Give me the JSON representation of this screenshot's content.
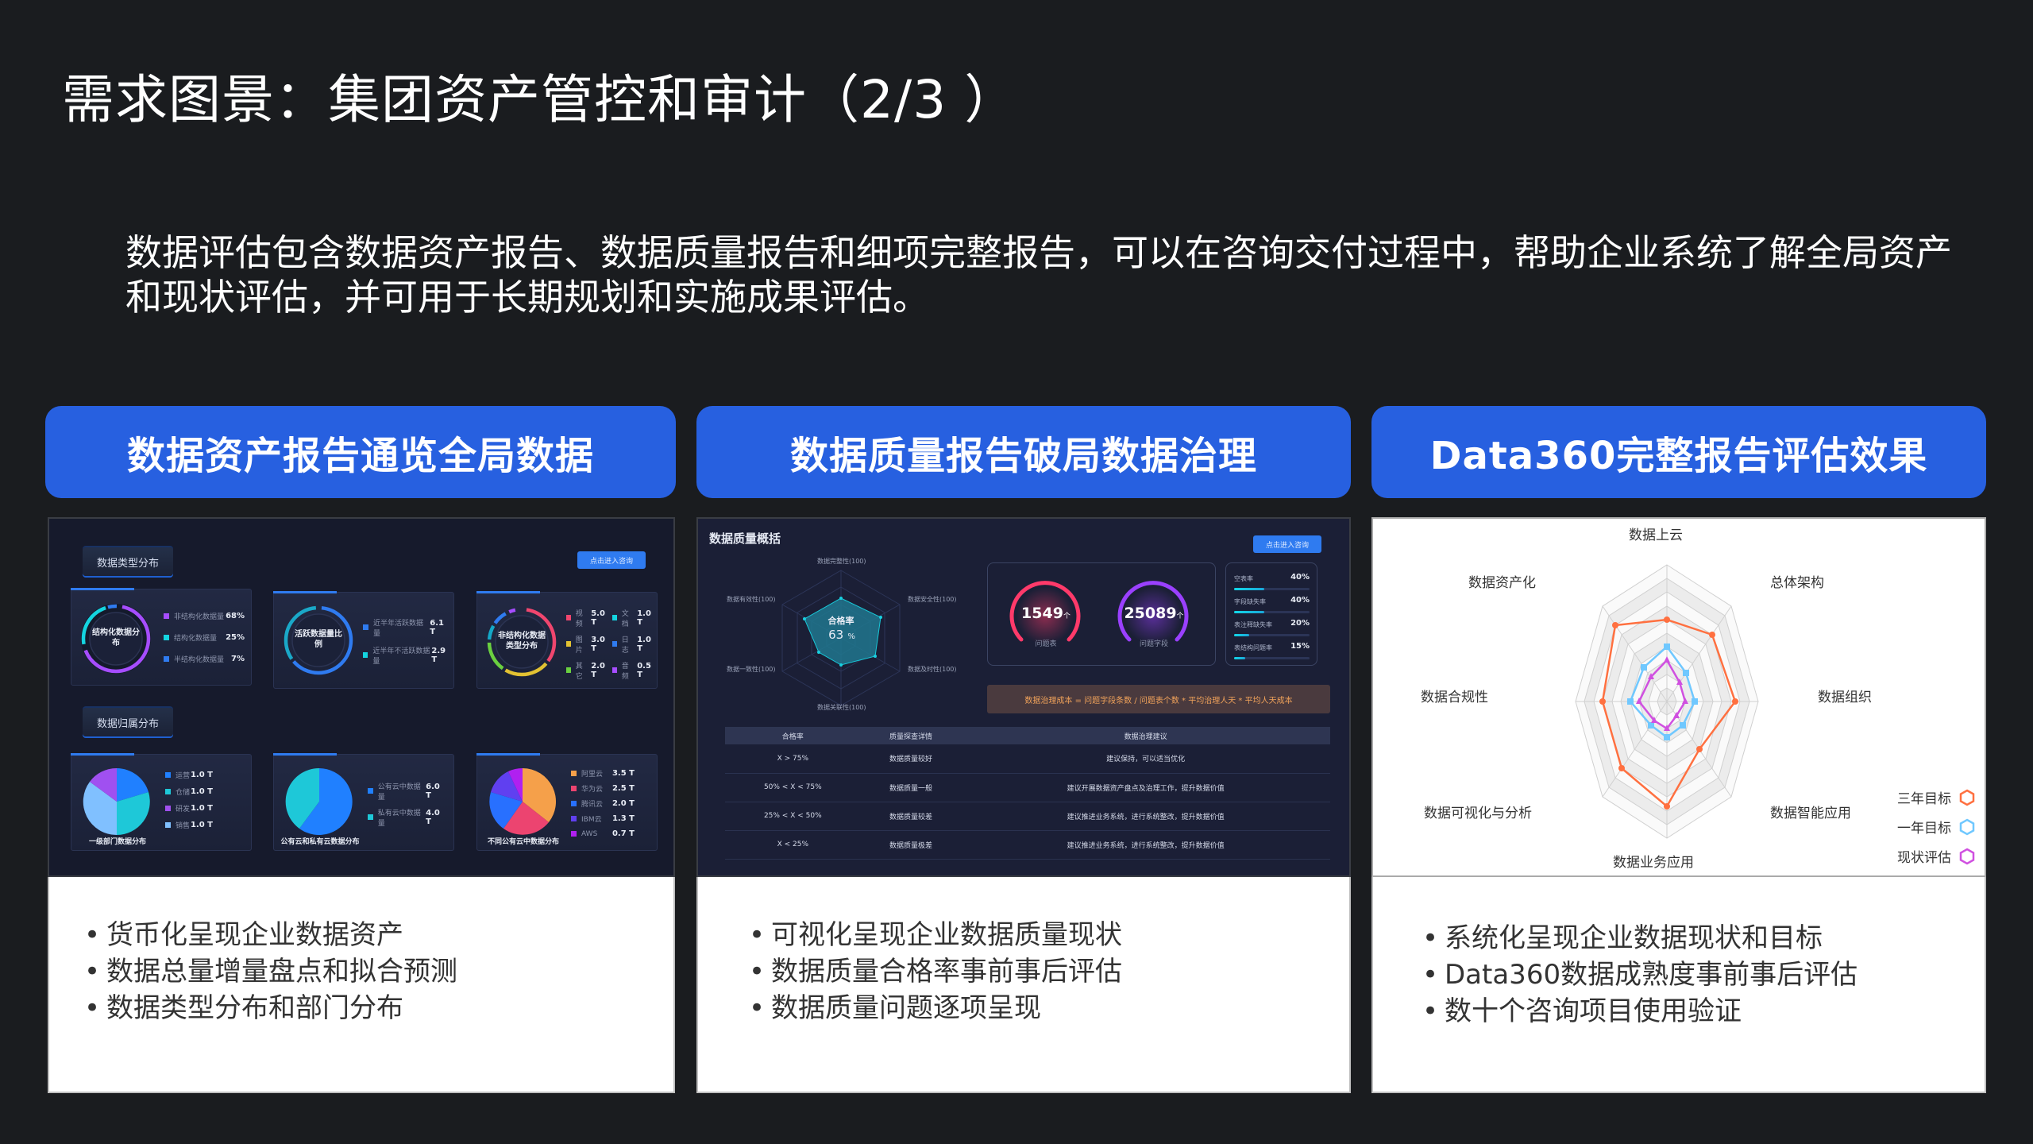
{
  "slide": {
    "title": "需求图景：集团资产管控和审计（2/3 ）",
    "intro": "数据评估包含数据资产报告、数据质量报告和细项完整报告，可以在咨询交付过程中，帮助企业系统了解全局资产和现状评估，并可用于长期规划和实施成果评估。"
  },
  "columns": [
    {
      "header": "数据资产报告通览全局数据",
      "bullets": [
        "货币化呈现企业数据资产",
        "数据总量增量盘点和拟合预测",
        "数据类型分布和部门分布"
      ]
    },
    {
      "header": "数据质量报告破局数据治理",
      "bullets": [
        "可视化呈现企业数据质量现状",
        "数据质量合格率事前事后评估",
        "数据质量问题逐项呈现"
      ]
    },
    {
      "header": "Data360完整报告评估效果",
      "bullets": [
        "系统化呈现企业数据现状和目标",
        "Data360数据成熟度事前事后评估",
        "数十个咨询项目使用验证"
      ]
    }
  ],
  "asset_report": {
    "section_type": "数据类型分布",
    "section_owner": "数据归属分布",
    "consult_button": "点击进入咨询",
    "structured": {
      "center": "结构化数据分布",
      "items": [
        {
          "label": "非结构化数据量",
          "value": "68%",
          "color": "#a64dff"
        },
        {
          "label": "结构化数据量",
          "value": "25%",
          "color": "#14d4e0"
        },
        {
          "label": "半结构化数据量",
          "value": "7%",
          "color": "#2f7bf0"
        }
      ]
    },
    "active": {
      "center": "活跃数据量比例",
      "items": [
        {
          "label": "近半年活跃数据量",
          "value": "6.1 T",
          "color": "#2f7bf0"
        },
        {
          "label": "近半年不活跃数据量",
          "value": "2.9 T",
          "color": "#14d4e0"
        }
      ]
    },
    "unstructured_types": {
      "center": "非结构化数据类型分布",
      "items": [
        {
          "label": "视频",
          "value": "5.0 T",
          "color": "#f0466e"
        },
        {
          "label": "文档",
          "value": "1.0 T",
          "color": "#14d4e0"
        },
        {
          "label": "图片",
          "value": "3.0 T",
          "color": "#e3c232"
        },
        {
          "label": "日志",
          "value": "1.0 T",
          "color": "#2f7bf0"
        },
        {
          "label": "其它",
          "value": "2.0 T",
          "color": "#6ad040"
        },
        {
          "label": "音频",
          "value": "0.5 T",
          "color": "#a64dff"
        }
      ]
    },
    "department": {
      "caption": "一级部门数据分布",
      "items": [
        {
          "label": "运营",
          "value": "1.0 T",
          "color": "#2080ff"
        },
        {
          "label": "仓储",
          "value": "1.0 T",
          "color": "#1ec8d8"
        },
        {
          "label": "研发",
          "value": "1.0 T",
          "color": "#a050f0"
        },
        {
          "label": "销售",
          "value": "1.0 T",
          "color": "#80c0ff"
        }
      ]
    },
    "cloud_split": {
      "caption": "公有云和私有云数据分布",
      "items": [
        {
          "label": "公有云中数据量",
          "value": "6.0 T",
          "color": "#2080ff"
        },
        {
          "label": "私有云中数据量",
          "value": "4.0 T",
          "color": "#1ec8d8"
        }
      ]
    },
    "public_cloud": {
      "caption": "不同公有云中数据分布",
      "items": [
        {
          "label": "阿里云",
          "value": "3.5 T",
          "color": "#f5a04a"
        },
        {
          "label": "华为云",
          "value": "2.5 T",
          "color": "#ec4470"
        },
        {
          "label": "腾讯云",
          "value": "2.0 T",
          "color": "#2870ff"
        },
        {
          "label": "IBM云",
          "value": "1.3 T",
          "color": "#6040f0"
        },
        {
          "label": "AWS",
          "value": "0.7 T",
          "color": "#b020f0"
        }
      ]
    }
  },
  "quality_report": {
    "title": "数据质量概括",
    "consult_button": "点击进入咨询",
    "radar": {
      "axes": [
        "数据完整性(100)",
        "数据安全性(100)",
        "数据及时性(100)",
        "数据关联性(100)",
        "数据一致性(100)",
        "数据有效性(100)"
      ],
      "center_label": "合格率",
      "center_value": "63",
      "center_unit": "%"
    },
    "gauges": [
      {
        "value": "1549",
        "unit": "个",
        "label": "问题表",
        "color": "#ff3a6a"
      },
      {
        "value": "25089",
        "unit": "个",
        "label": "问题字段",
        "color": "#9a40ff"
      }
    ],
    "rates": [
      {
        "label": "空表率",
        "value": "40%",
        "fill": 40
      },
      {
        "label": "字段缺失率",
        "value": "40%",
        "fill": 40
      },
      {
        "label": "表注释缺失率",
        "value": "20%",
        "fill": 20
      },
      {
        "label": "表结构问题率",
        "value": "15%",
        "fill": 15
      }
    ],
    "formula": "数据治理成本 = 问题字段条数 / 问题表个数 * 平均治理人天 * 平均人天成本",
    "table": {
      "headers": [
        "合格率",
        "质量探查详情",
        "数据治理建议"
      ],
      "rows": [
        [
          "X > 75%",
          "数据质量较好",
          "建议保持，可以适当优化"
        ],
        [
          "50% < X < 75%",
          "数据质量一般",
          "建议开展数据资产盘点及治理工作，提升数据价值"
        ],
        [
          "25% < X < 50%",
          "数据质量较差",
          "建议推进业务系统，进行系统整改，提升数据价值"
        ],
        [
          "X < 25%",
          "数据质量极差",
          "建议推进业务系统，进行系统整改，提升数据价值"
        ]
      ]
    }
  },
  "data360": {
    "axes": [
      "数据上云",
      "总体架构",
      "数据组织",
      "数据智能应用",
      "数据业务应用",
      "数据可视化与分析",
      "数据合规性",
      "数据资产化"
    ],
    "legend": [
      {
        "label": "三年目标",
        "color": "#ff7040"
      },
      {
        "label": "一年目标",
        "color": "#70c8ff"
      },
      {
        "label": "现状评估",
        "color": "#d050e0"
      }
    ]
  },
  "chart_data": {
    "type": "radar",
    "title": "Data360 maturity",
    "categories": [
      "数据上云",
      "总体架构",
      "数据组织",
      "数据智能应用",
      "数据业务应用",
      "数据可视化与分析",
      "数据合规性",
      "数据资产化"
    ],
    "series": [
      {
        "name": "三年目标",
        "values": [
          6,
          7,
          7.5,
          5,
          8,
          7,
          7,
          8
        ]
      },
      {
        "name": "一年目标",
        "values": [
          4,
          3,
          3,
          2.5,
          2.5,
          2.5,
          4,
          3.5
        ]
      },
      {
        "name": "现状评估",
        "values": [
          3,
          2,
          2,
          1.5,
          2,
          2,
          3,
          2.5
        ]
      }
    ],
    "range": [
      0,
      10
    ],
    "rings": 10,
    "legend_position": "bottom-right"
  }
}
